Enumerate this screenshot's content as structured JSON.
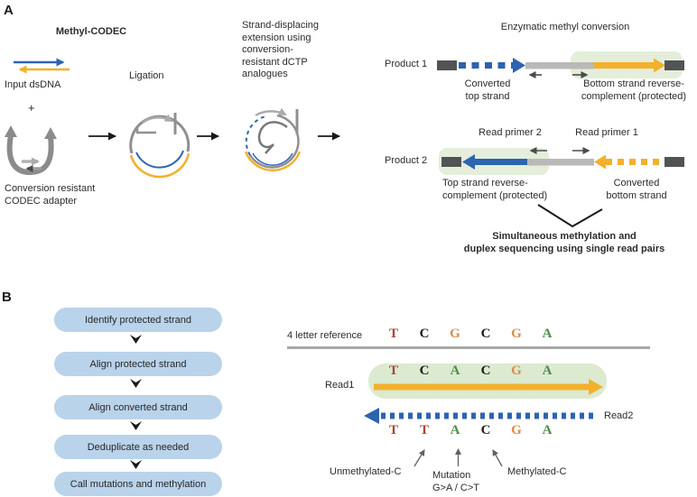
{
  "colors": {
    "blue_strand": "#2e63b0",
    "yellow_strand": "#f3b02b",
    "gray_strand": "#b9b9b9",
    "dark_adapter_box": "#525355",
    "green_highlight": "#e4eeda",
    "read1_highlight": "#dcead0",
    "flowchart_box": "#b9d3eb",
    "base_T": "#a8443a",
    "base_C": "#1d1d1d",
    "base_G": "#d98c4a",
    "base_A": "#4e8c4a"
  },
  "panelA": {
    "label": "A",
    "method_title": "Methyl-CODEC",
    "input_label": "Input dsDNA",
    "plus": "+",
    "adapter_label_lines": [
      "Conversion resistant",
      "CODEC adapter"
    ],
    "step1_label": "Ligation",
    "step2_lines": [
      "Strand-displacing",
      "extension using",
      "conversion-",
      "resistant dCTP",
      "analogues"
    ],
    "conversion_title": "Enzymatic methyl conversion",
    "product1": {
      "name": "Product 1",
      "left_label_lines": [
        "Converted",
        "top strand"
      ],
      "right_label_lines": [
        "Bottom strand reverse-",
        "complement (protected)"
      ]
    },
    "product2": {
      "name": "Product 2",
      "primer2": "Read primer 2",
      "primer1": "Read primer 1",
      "left_label_lines": [
        "Top strand reverse-",
        "complement (protected)"
      ],
      "right_label_lines": [
        "Converted",
        "bottom strand"
      ]
    },
    "summary_lines": [
      "Simultaneous methylation and",
      "duplex sequencing using single read pairs"
    ]
  },
  "panelB": {
    "label": "B",
    "flow_steps": [
      "Identify protected strand",
      "Align protected strand",
      "Align converted strand",
      "Deduplicate as needed",
      "Call mutations and methylation"
    ],
    "reference_label": "4 letter reference",
    "read1_label": "Read1",
    "read2_label": "Read2",
    "reference_bases": [
      {
        "ch": "T",
        "color": "#a8443a"
      },
      {
        "ch": "C",
        "color": "#1d1d1d"
      },
      {
        "ch": "G",
        "color": "#d98c4a"
      },
      {
        "ch": "C",
        "color": "#1d1d1d"
      },
      {
        "ch": "G",
        "color": "#d98c4a"
      },
      {
        "ch": "A",
        "color": "#4e8c4a"
      }
    ],
    "read1_bases": [
      {
        "ch": "T",
        "color": "#a8443a"
      },
      {
        "ch": "C",
        "color": "#1d1d1d"
      },
      {
        "ch": "A",
        "color": "#4e8c4a"
      },
      {
        "ch": "C",
        "color": "#1d1d1d"
      },
      {
        "ch": "G",
        "color": "#d98c4a"
      },
      {
        "ch": "A",
        "color": "#4e8c4a"
      }
    ],
    "read2_bases": [
      {
        "ch": "T",
        "color": "#a8443a"
      },
      {
        "ch": "T",
        "color": "#a8443a"
      },
      {
        "ch": "A",
        "color": "#4e8c4a"
      },
      {
        "ch": "C",
        "color": "#1d1d1d"
      },
      {
        "ch": "G",
        "color": "#d98c4a"
      },
      {
        "ch": "A",
        "color": "#4e8c4a"
      }
    ],
    "annotations": {
      "unmethylated": "Unmethylated-C",
      "mutation_lines": [
        "Mutation",
        "G>A / C>T"
      ],
      "methylated": "Methylated-C"
    }
  }
}
